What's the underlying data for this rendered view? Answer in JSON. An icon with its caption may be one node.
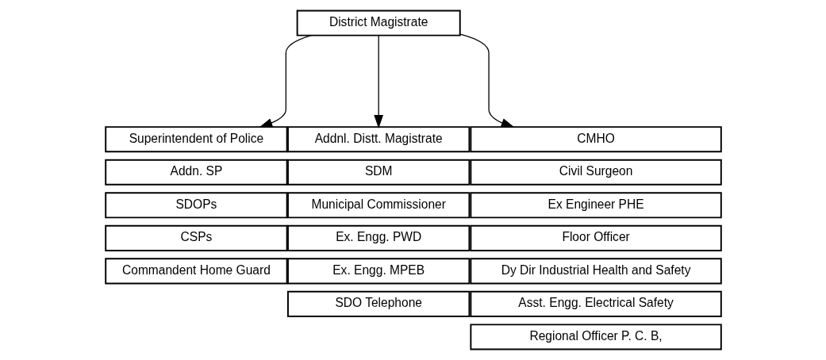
{
  "diagram": {
    "nodes": [
      {
        "text": [
          "District Magistrate"
        ]
      },
      {
        "text": [
          "Superintendent of Police"
        ]
      },
      {
        "text": [
          "Addn. SP"
        ]
      },
      {
        "text": [
          "SDOPs"
        ]
      },
      {
        "text": [
          "CSPs"
        ]
      },
      {
        "text": [
          "Commandent Home Guard"
        ]
      },
      {
        "text": [
          "Addnl. Distt. Magistrate"
        ]
      },
      {
        "text": [
          "SDM"
        ]
      },
      {
        "text": [
          "Municipal Commissioner"
        ]
      },
      {
        "text": [
          "Ex. Engg. PWD"
        ]
      },
      {
        "text": [
          "Ex. Engg. MPEB"
        ]
      },
      {
        "text": [
          "SDO Telephone"
        ]
      },
      {
        "text": [
          "CMHO"
        ]
      },
      {
        "text": [
          "Civil Surgeon"
        ]
      },
      {
        "text": [
          "Ex Engineer PHE"
        ]
      },
      {
        "text": [
          "Floor Officer"
        ]
      },
      {
        "text": [
          "Dy Dir Industrial Health and Safety"
        ]
      },
      {
        "text": [
          "Asst. Engg. Electrical Safety"
        ]
      },
      {
        "text": [
          "Regional Officer P. C. B,"
        ]
      }
    ],
    "edges": [
      {
        "from": 0,
        "to": 1,
        "arrow": "to"
      },
      {
        "from": 0,
        "to": 6,
        "arrow": "to"
      },
      {
        "from": 0,
        "to": 12,
        "arrow": "to"
      }
    ]
  }
}
